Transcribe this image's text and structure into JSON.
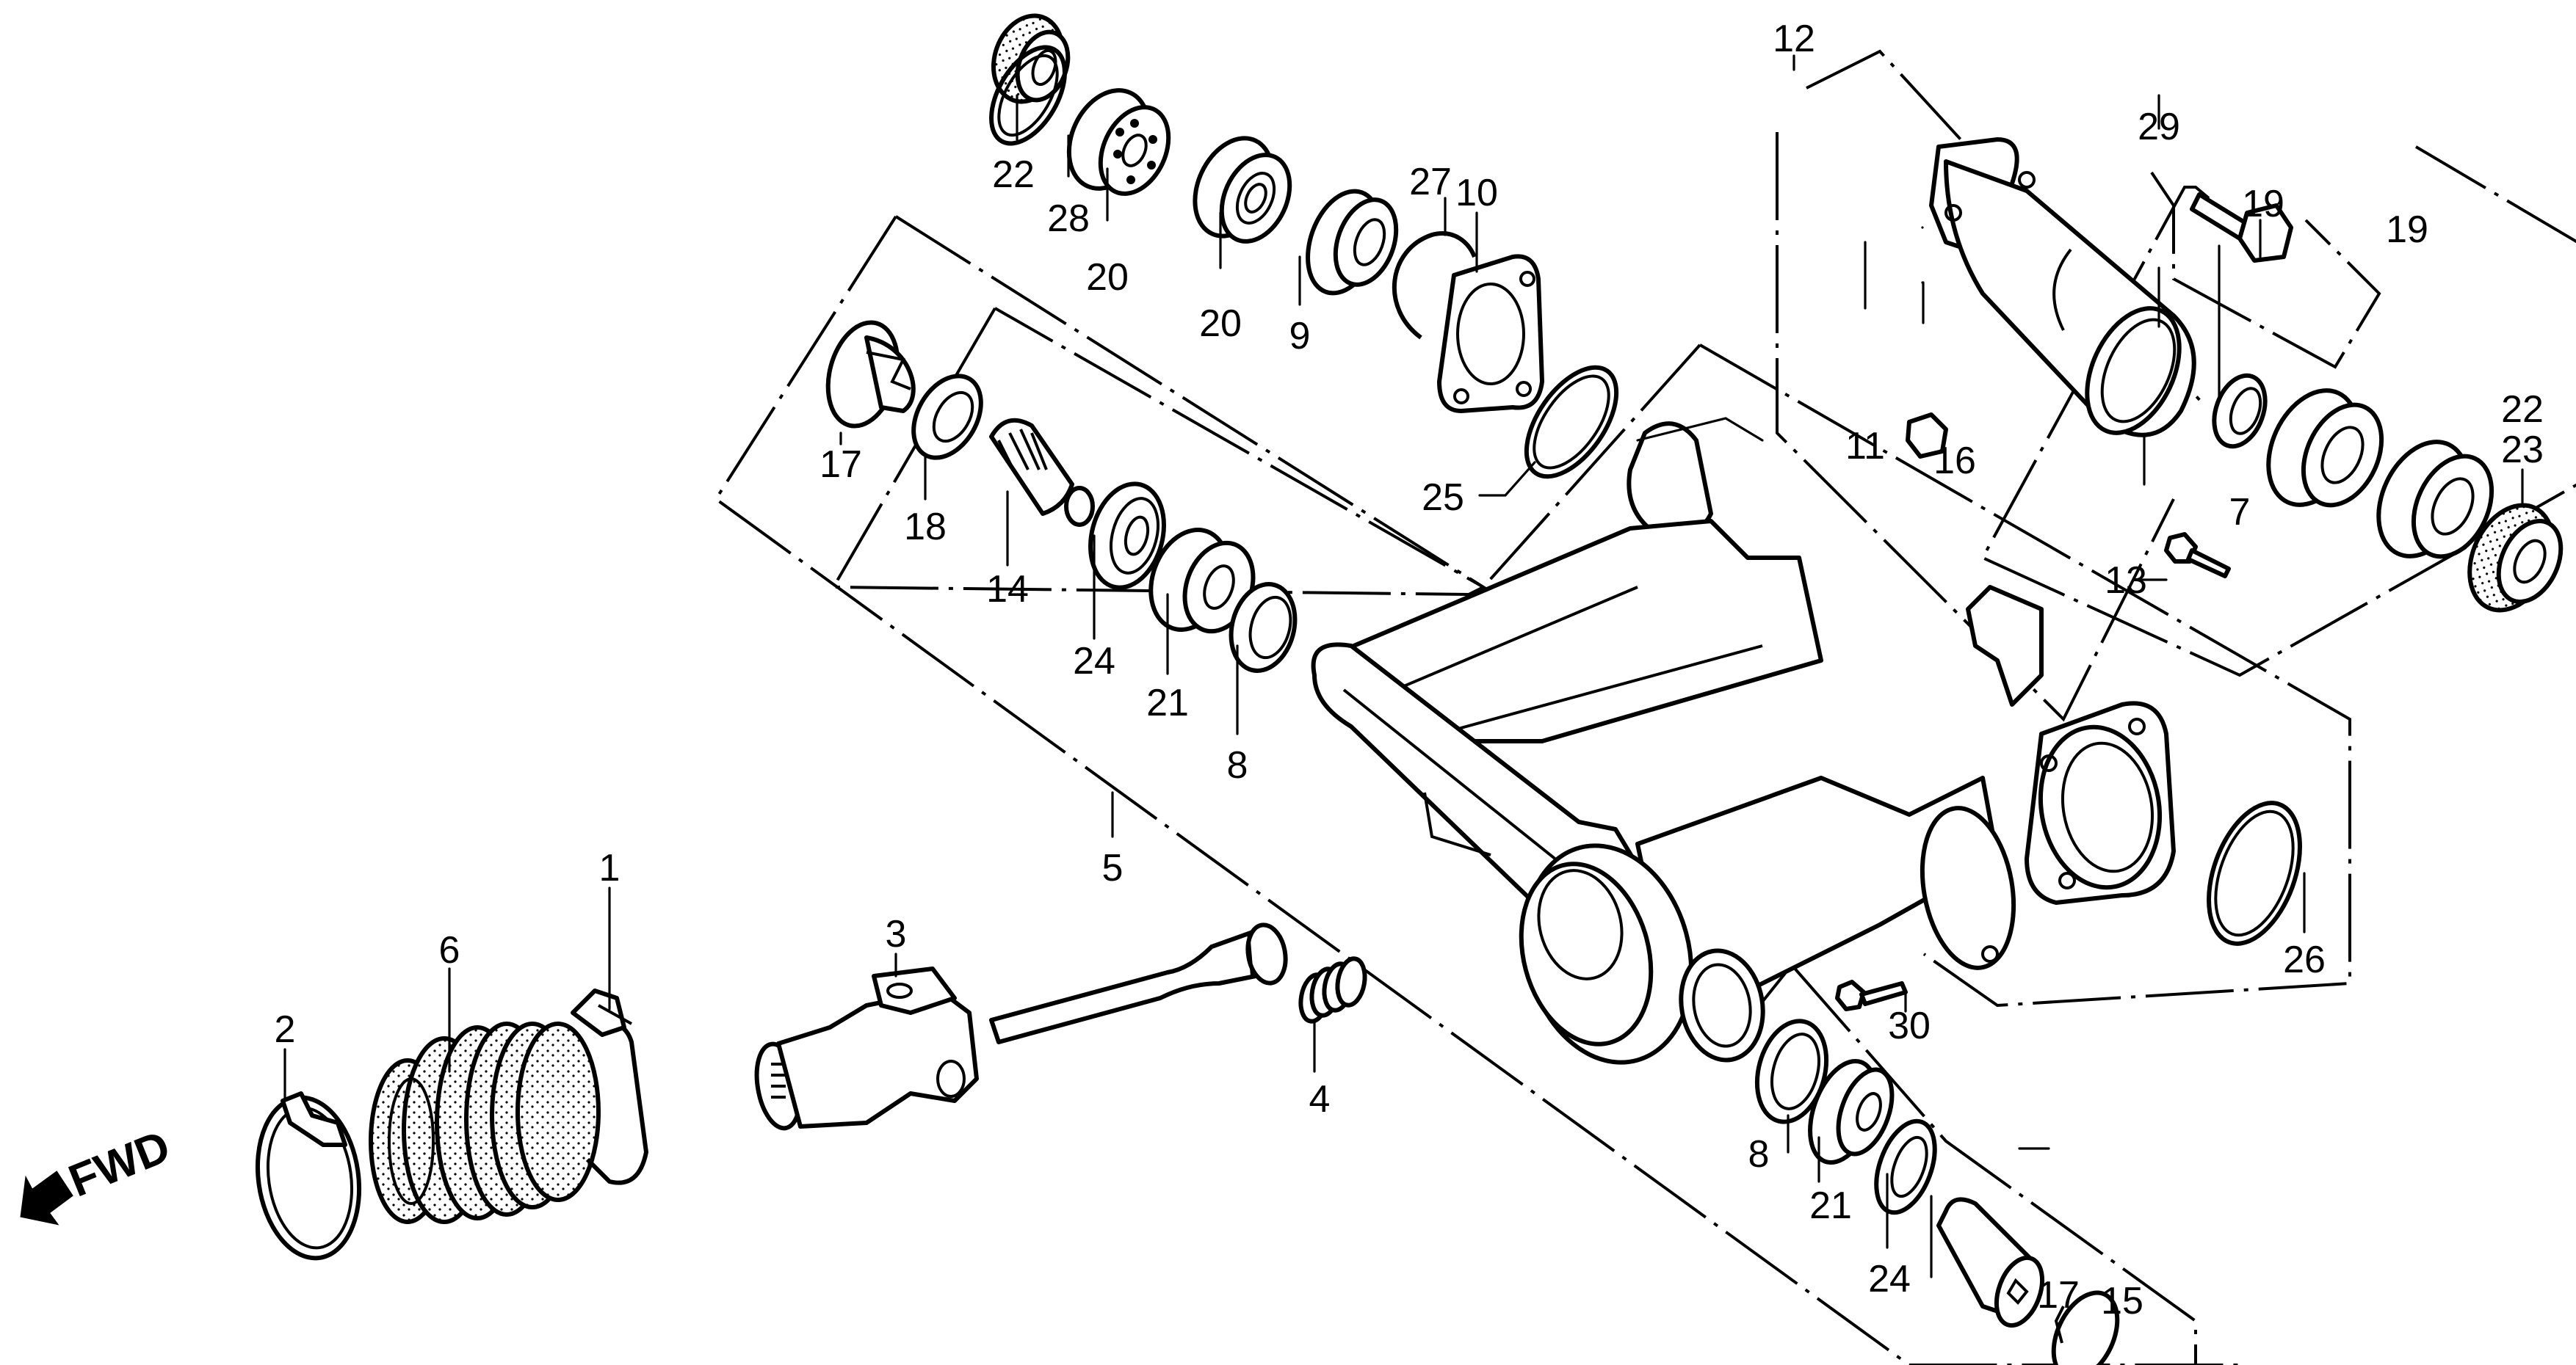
{
  "diagram": {
    "title": "Swingarm / Final Drive Shaft Exploded Parts Diagram",
    "background_color": "#ffffff",
    "ink_color": "#000000",
    "direction_indicator": {
      "text": "FWD",
      "icon": "arrow-down-left-icon"
    },
    "callouts": [
      {
        "id": "c1",
        "label": "1",
        "part": "boot-band-large"
      },
      {
        "id": "c2",
        "label": "2",
        "part": "boot-band-small"
      },
      {
        "id": "c3",
        "label": "3",
        "part": "universal-joint"
      },
      {
        "id": "c4",
        "label": "4",
        "part": "spring"
      },
      {
        "id": "c5",
        "label": "5",
        "part": "swingarm-group"
      },
      {
        "id": "c6",
        "label": "6",
        "part": "swingarm-boot"
      },
      {
        "id": "c7",
        "label": "7",
        "part": "needle-bearing"
      },
      {
        "id": "c8a",
        "label": "8",
        "part": "dust-seal-upper"
      },
      {
        "id": "c8b",
        "label": "8",
        "part": "dust-seal-lower"
      },
      {
        "id": "c9",
        "label": "9",
        "part": "oil-seal"
      },
      {
        "id": "c10",
        "label": "10",
        "part": "bearing-holder-plate"
      },
      {
        "id": "c11",
        "label": "11",
        "part": "housing-tube"
      },
      {
        "id": "c12",
        "label": "12",
        "part": "housing-assembly"
      },
      {
        "id": "c13",
        "label": "13",
        "part": "bolt"
      },
      {
        "id": "c14",
        "label": "14",
        "part": "pivot-bolt-left"
      },
      {
        "id": "c15",
        "label": "15",
        "part": "pivot-bolt-right"
      },
      {
        "id": "c16",
        "label": "16",
        "part": "nut"
      },
      {
        "id": "c17a",
        "label": "17",
        "part": "pivot-cap-upper"
      },
      {
        "id": "c17b",
        "label": "17",
        "part": "pivot-cap-lower"
      },
      {
        "id": "c18",
        "label": "18",
        "part": "lock-nut"
      },
      {
        "id": "c19a",
        "label": "19",
        "part": "radial-bearing-a"
      },
      {
        "id": "c19b",
        "label": "19",
        "part": "radial-bearing-b"
      },
      {
        "id": "c20a",
        "label": "20",
        "part": "ball-bearing-a"
      },
      {
        "id": "c20b",
        "label": "20",
        "part": "ball-bearing-b"
      },
      {
        "id": "c21a",
        "label": "21",
        "part": "tapered-bearing-upper"
      },
      {
        "id": "c21b",
        "label": "21",
        "part": "tapered-bearing-lower"
      },
      {
        "id": "c22a",
        "label": "22",
        "part": "seal-top-left"
      },
      {
        "id": "c22b",
        "label": "22",
        "part": "seal-right"
      },
      {
        "id": "c23",
        "label": "23",
        "part": "seal-right-alt"
      },
      {
        "id": "c24a",
        "label": "24",
        "part": "bearing-race-upper"
      },
      {
        "id": "c24b",
        "label": "24",
        "part": "bearing-race-lower"
      },
      {
        "id": "c25",
        "label": "25",
        "part": "o-ring"
      },
      {
        "id": "c26",
        "label": "26",
        "part": "circlip"
      },
      {
        "id": "c27",
        "label": "27",
        "part": "snap-ring"
      },
      {
        "id": "c28",
        "label": "28",
        "part": "retaining-ring"
      },
      {
        "id": "c29",
        "label": "29",
        "part": "flange-bolt"
      },
      {
        "id": "c30",
        "label": "30",
        "part": "flange-bolt-small"
      }
    ]
  }
}
